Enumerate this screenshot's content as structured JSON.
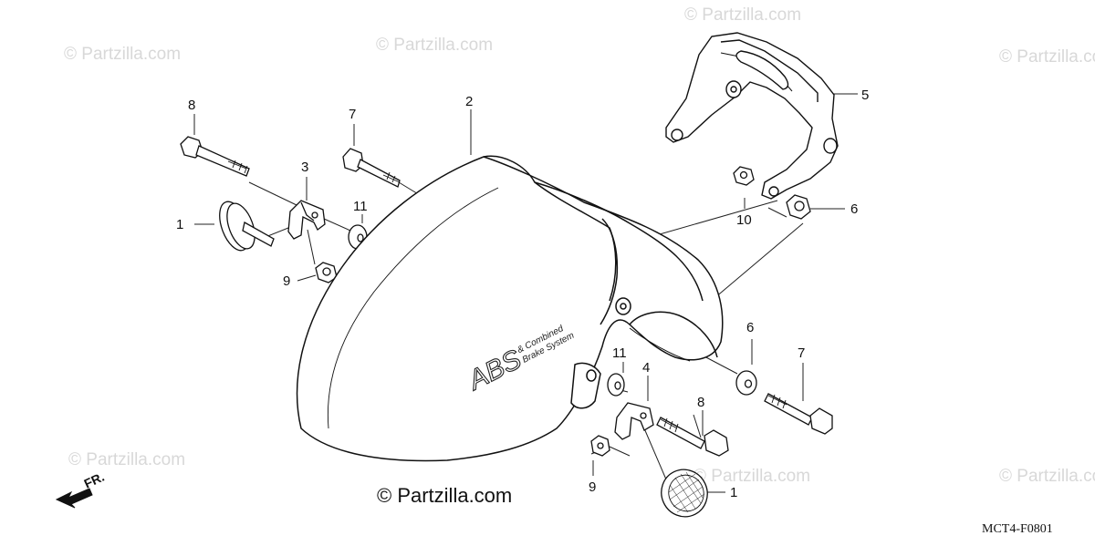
{
  "watermarks": {
    "brand": "© Partzilla.com",
    "main": "© Partzilla.com"
  },
  "callouts": {
    "c1a": "1",
    "c1b": "1",
    "c2": "2",
    "c3": "3",
    "c4": "4",
    "c5": "5",
    "c6a": "6",
    "c6b": "6",
    "c7a": "7",
    "c7b": "7",
    "c8a": "8",
    "c8b": "8",
    "c9a": "9",
    "c9b": "9",
    "c10": "10",
    "c11a": "11",
    "c11b": "11"
  },
  "fender_logo": {
    "abs": "ABS",
    "line1": "& Combined",
    "line2": "Brake System"
  },
  "front_indicator": "FR.",
  "diagram_code": "MCT4-F0801"
}
